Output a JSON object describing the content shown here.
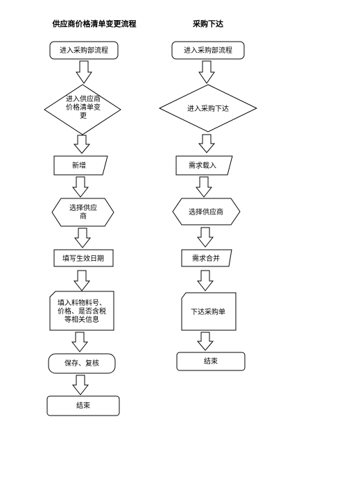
{
  "left": {
    "title": "供应商价格清单变更流程",
    "start": "进入采购部流程",
    "decision": [
      "进入供应商",
      "价格清单变",
      "更"
    ],
    "add": "新增",
    "select": [
      "选择供应",
      "商"
    ],
    "fill_date": "填写生效日期",
    "fill_info": [
      "填入料物料号、",
      "价格、是否含税",
      "等相关信息"
    ],
    "save": "保存、复核",
    "end": "结束"
  },
  "right": {
    "title": "采购下达",
    "start": "进入采购部流程",
    "decision": "进入采购下达",
    "load": "需求载入",
    "select": "选择供应商",
    "merge": "需求合并",
    "issue": "下达采购单",
    "end": "结束"
  }
}
